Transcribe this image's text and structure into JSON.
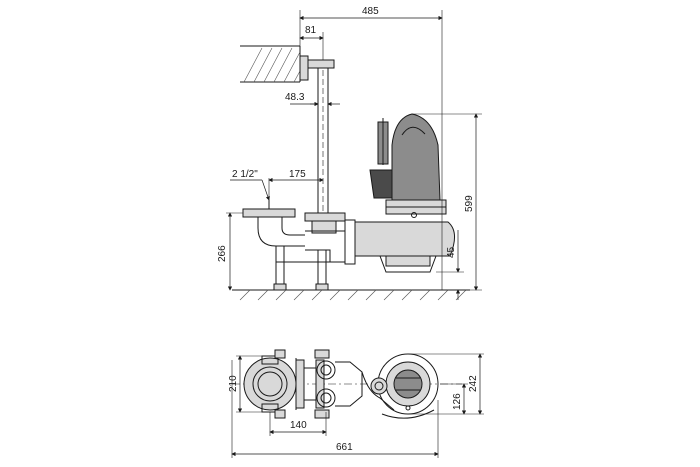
{
  "dimensions": {
    "overall_height_width": "485",
    "bracket_offset": "81",
    "guide_pipe_diameter": "48.3",
    "discharge_size": "2 1/2\"",
    "pipe_center_to_pipe": "175",
    "foot_height": "266",
    "pump_height": "599",
    "floor_clearance": "45",
    "plan_depth": "210",
    "plan_width": "242",
    "plan_center_offset": "126",
    "plan_flange_spacing": "140",
    "plan_overall_length": "661"
  }
}
